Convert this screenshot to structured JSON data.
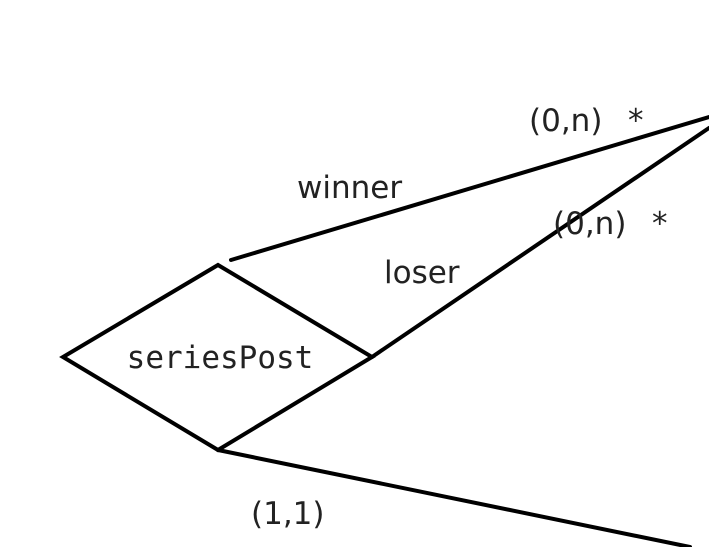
{
  "diagram": {
    "relationship": {
      "name": "seriesPost"
    },
    "roles": {
      "winner": {
        "label": "winner",
        "cardinality": "(0,n)",
        "marker": "*"
      },
      "loser": {
        "label": "loser",
        "cardinality": "(0,n)",
        "marker": "*"
      },
      "other": {
        "cardinality": "(1,1)"
      }
    }
  }
}
